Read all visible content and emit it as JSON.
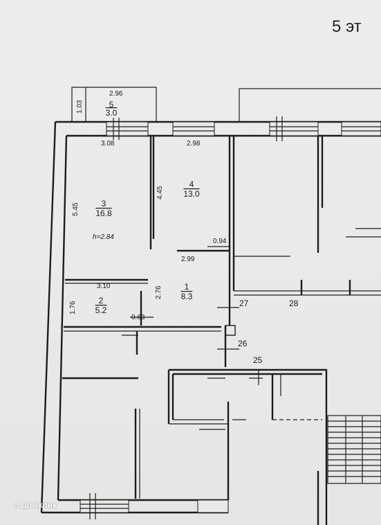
{
  "floor_label": "5 эт",
  "watermark": "Домклик",
  "rooms": [
    {
      "number": "5",
      "area": "3.0"
    },
    {
      "number": "4",
      "area": "13.0"
    },
    {
      "number": "3",
      "area": "16.8"
    },
    {
      "number": "2",
      "area": "5.2"
    },
    {
      "number": "1",
      "area": "8.3"
    }
  ],
  "dimensions": {
    "d_296_top": "2.96",
    "d_103": "1.03",
    "d_308": "3.08",
    "d_298": "2.98",
    "d_445": "4.45",
    "d_545": "5.45",
    "d_h": "h=2.84",
    "d_094": "0.94",
    "d_299": "2.99",
    "d_310": "3.10",
    "d_176": "1.76",
    "d_276": "2.76",
    "d_063": "0.63"
  },
  "markers": [
    "27",
    "28",
    "26",
    "25"
  ],
  "colors": {
    "line": "#1c1c1c",
    "paper": "#e9e9e7"
  }
}
